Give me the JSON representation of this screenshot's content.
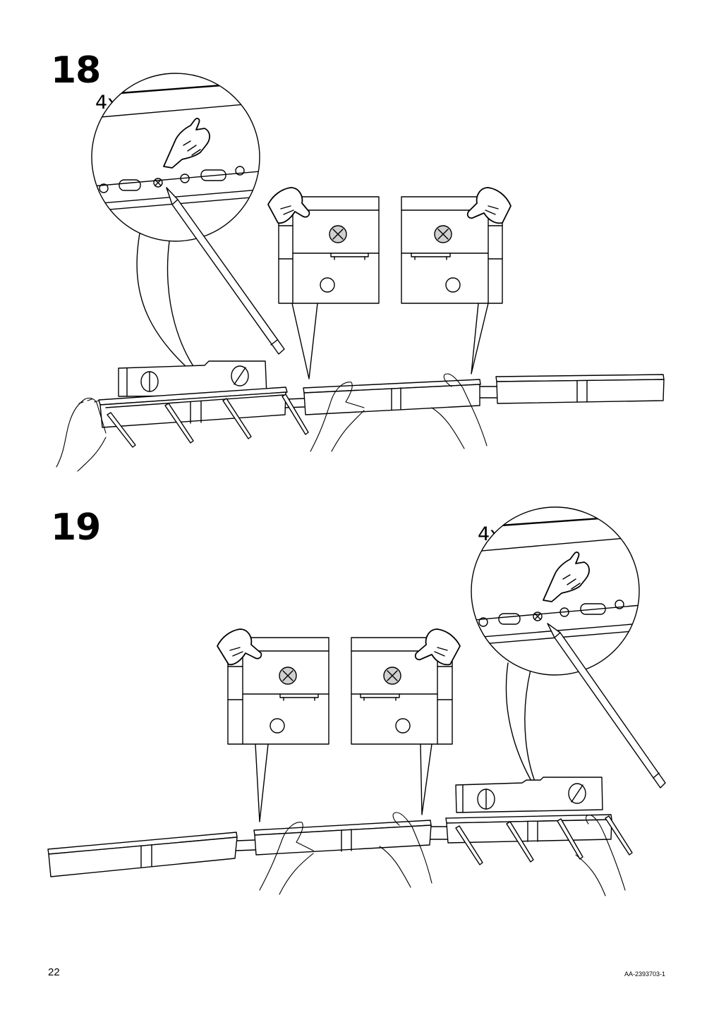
{
  "page": {
    "page_number": "22",
    "document_code": "AA-2393703-1"
  },
  "steps": [
    {
      "number": "18",
      "quantity_label": "4x"
    },
    {
      "number": "19",
      "quantity_label": "4x"
    }
  ],
  "icons": [
    "pencil-icon",
    "spirit-level-icon",
    "hand-icon",
    "screw-x-icon",
    "hole-icon",
    "rail-icon"
  ]
}
